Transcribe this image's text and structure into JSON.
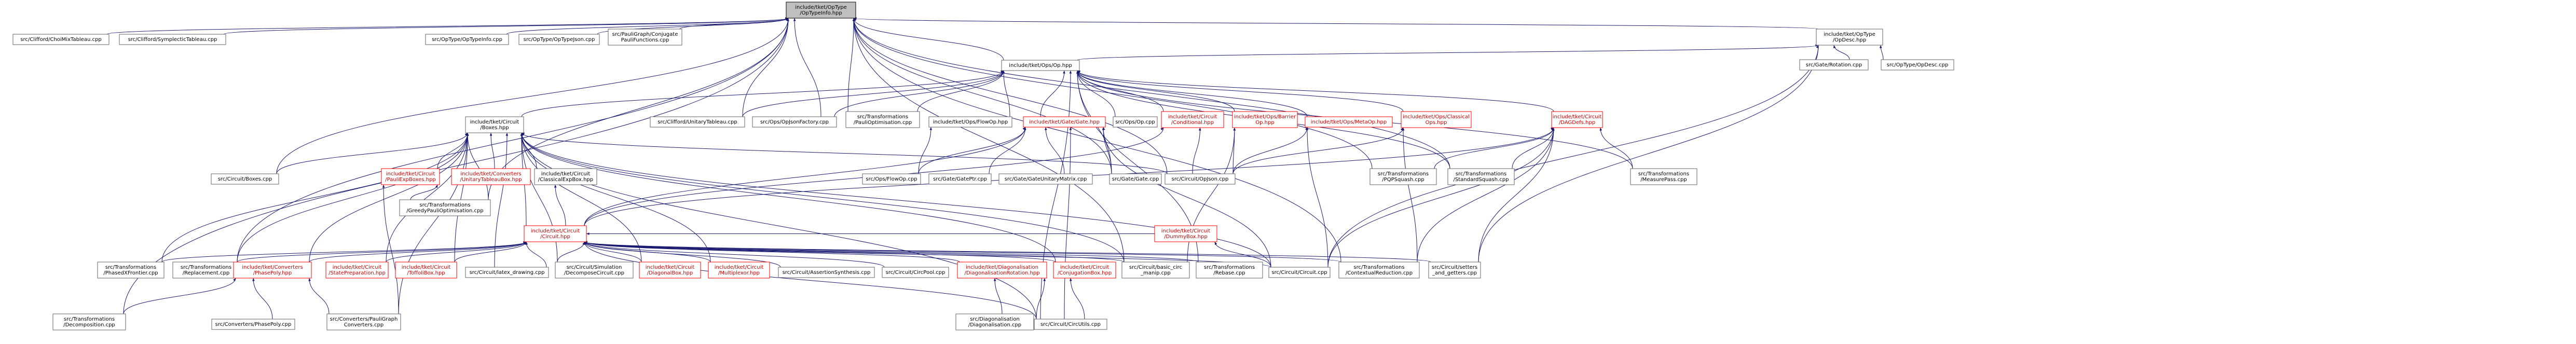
{
  "colors": {
    "edge": "#191970",
    "node_border": "#666666",
    "node_border_red": "#ff0000",
    "focus_fill": "#bfbfbf",
    "focus_border": "#000000",
    "node_fill": "#ffffff",
    "red_text": "#cc0000",
    "background": "#ffffff"
  },
  "nodes": [
    {
      "id": "n_optypeinfo",
      "lines": [
        "include/tket/OpType",
        "/OpTypeInfo.hpp"
      ],
      "style": "focus"
    },
    {
      "id": "n_chm",
      "lines": [
        "src/Clifford/ChoiMixTableau.cpp"
      ],
      "style": "normal"
    },
    {
      "id": "n_symp",
      "lines": [
        "src/Clifford/SymplecticTableau.cpp"
      ],
      "style": "normal"
    },
    {
      "id": "n_otinfo_cpp",
      "lines": [
        "src/OpType/OpTypeInfo.cpp"
      ],
      "style": "normal"
    },
    {
      "id": "n_otjson",
      "lines": [
        "src/OpType/OpTypeJson.cpp"
      ],
      "style": "normal"
    },
    {
      "id": "n_pgconj",
      "lines": [
        "src/PauliGraph/Conjugate",
        "PauliFunctions.cpp"
      ],
      "style": "normal"
    },
    {
      "id": "n_opdesc",
      "lines": [
        "include/tket/OpType",
        "/OpDesc.hpp"
      ],
      "style": "normal"
    },
    {
      "id": "n_gaterot",
      "lines": [
        "src/Gate/Rotation.cpp"
      ],
      "style": "normal"
    },
    {
      "id": "n_opdesc_cpp",
      "lines": [
        "src/OpType/OpDesc.cpp"
      ],
      "style": "normal"
    },
    {
      "id": "n_ophpp",
      "lines": [
        "include/tket/Ops/Op.hpp"
      ],
      "style": "normal"
    },
    {
      "id": "n_boxes",
      "lines": [
        "include/tket/Circuit",
        "/Boxes.hpp"
      ],
      "style": "normal"
    },
    {
      "id": "n_cut",
      "lines": [
        "src/Clifford/UnitaryTableau.cpp"
      ],
      "style": "normal"
    },
    {
      "id": "n_opjsonfactory",
      "lines": [
        "src/Ops/OpJsonFactory.cpp"
      ],
      "style": "normal"
    },
    {
      "id": "n_paulopt",
      "lines": [
        "src/Transformations",
        "/PauliOptimisation.cpp"
      ],
      "style": "normal"
    },
    {
      "id": "n_flowop",
      "lines": [
        "include/tket/Ops/FlowOp.hpp"
      ],
      "style": "normal"
    },
    {
      "id": "n_gatehpp",
      "lines": [
        "include/tket/Gate/Gate.hpp"
      ],
      "style": "red"
    },
    {
      "id": "n_opcpp",
      "lines": [
        "src/Ops/Op.cpp"
      ],
      "style": "normal"
    },
    {
      "id": "n_conditional",
      "lines": [
        "include/tket/Circuit",
        "/Conditional.hpp"
      ],
      "style": "red"
    },
    {
      "id": "n_barrier",
      "lines": [
        "include/tket/Ops/Barrier",
        "Op.hpp"
      ],
      "style": "red"
    },
    {
      "id": "n_metaop",
      "lines": [
        "include/tket/Ops/MetaOp.hpp"
      ],
      "style": "red"
    },
    {
      "id": "n_classicalops",
      "lines": [
        "include/tket/Ops/Classical",
        "Ops.hpp"
      ],
      "style": "red"
    },
    {
      "id": "n_dagdefs",
      "lines": [
        "include/tket/Circuit",
        "/DAGDefs.hpp"
      ],
      "style": "red"
    },
    {
      "id": "n_boxescpp",
      "lines": [
        "src/Circuit/Boxes.cpp"
      ],
      "style": "normal"
    },
    {
      "id": "n_paulexp",
      "lines": [
        "include/tket/Circuit",
        "/PauliExpBoxes.hpp"
      ],
      "style": "red"
    },
    {
      "id": "n_utb",
      "lines": [
        "include/tket/Converters",
        "/UnitaryTableauBox.hpp"
      ],
      "style": "red"
    },
    {
      "id": "n_clexp",
      "lines": [
        "include/tket/Circuit",
        "/ClassicalExpBox.hpp"
      ],
      "style": "normal"
    },
    {
      "id": "n_flowopcpp",
      "lines": [
        "src/Ops/FlowOp.cpp"
      ],
      "style": "normal"
    },
    {
      "id": "n_gateptr",
      "lines": [
        "src/Gate/GatePtr.cpp"
      ],
      "style": "normal"
    },
    {
      "id": "n_gum",
      "lines": [
        "src/Gate/GateUnitaryMatrix.cpp"
      ],
      "style": "normal"
    },
    {
      "id": "n_gatecpp",
      "lines": [
        "src/Gate/Gate.cpp"
      ],
      "style": "normal"
    },
    {
      "id": "n_opjson",
      "lines": [
        "src/Circuit/OpJson.cpp"
      ],
      "style": "normal"
    },
    {
      "id": "n_pqpsq",
      "lines": [
        "src/Transformations",
        "/PQPSquash.cpp"
      ],
      "style": "normal"
    },
    {
      "id": "n_stdsq",
      "lines": [
        "src/Transformations",
        "/StandardSquash.cpp"
      ],
      "style": "normal"
    },
    {
      "id": "n_measpass",
      "lines": [
        "src/Transformations",
        "/MeasurePass.cpp"
      ],
      "style": "normal"
    },
    {
      "id": "n_gps",
      "lines": [
        "src/Transformations",
        "/GreedyPauliOptimisation.cpp"
      ],
      "style": "normal"
    },
    {
      "id": "n_circhpp",
      "lines": [
        "include/tket/Circuit",
        "/Circuit.hpp"
      ],
      "style": "red"
    },
    {
      "id": "n_dummybox",
      "lines": [
        "include/tket/Circuit",
        "/DummyBox.hpp"
      ],
      "style": "red"
    },
    {
      "id": "n_phased",
      "lines": [
        "src/Transformations",
        "/PhasedXFrontier.cpp"
      ],
      "style": "normal"
    },
    {
      "id": "n_replacement",
      "lines": [
        "src/Transformations",
        "/Replacement.cpp"
      ],
      "style": "normal"
    },
    {
      "id": "n_phasepolyhpp",
      "lines": [
        "include/tket/Converters",
        "/PhasePoly.hpp"
      ],
      "style": "red"
    },
    {
      "id": "n_stateprep",
      "lines": [
        "include/tket/Circuit",
        "/StatePreparation.hpp"
      ],
      "style": "red"
    },
    {
      "id": "n_toffoli",
      "lines": [
        "include/tket/Circuit",
        "/ToffoliBox.hpp"
      ],
      "style": "red"
    },
    {
      "id": "n_latex",
      "lines": [
        "src/Circuit/latex_drawing.cpp"
      ],
      "style": "normal"
    },
    {
      "id": "n_decomp",
      "lines": [
        "src/Circuit/Simulation",
        "/DecomposeCircuit.cpp"
      ],
      "style": "normal"
    },
    {
      "id": "n_diagbox",
      "lines": [
        "include/tket/Circuit",
        "/DiagonalBox.hpp"
      ],
      "style": "red"
    },
    {
      "id": "n_multiplexor",
      "lines": [
        "include/tket/Circuit",
        "/Multiplexor.hpp"
      ],
      "style": "red"
    },
    {
      "id": "n_assertsyn",
      "lines": [
        "src/Circuit/AssertionSynthesis.cpp"
      ],
      "style": "normal"
    },
    {
      "id": "n_circpool",
      "lines": [
        "src/Circuit/CircPool.cpp"
      ],
      "style": "normal"
    },
    {
      "id": "n_diagrot",
      "lines": [
        "include/tket/Diagonalisation",
        "/DiagonalisationRotation.hpp"
      ],
      "style": "red"
    },
    {
      "id": "n_conjbox",
      "lines": [
        "include/tket/Circuit",
        "/ConjugationBox.hpp"
      ],
      "style": "red"
    },
    {
      "id": "n_basiccirc",
      "lines": [
        "src/Circuit/basic_circ",
        "_manip.cpp"
      ],
      "style": "normal"
    },
    {
      "id": "n_rebase",
      "lines": [
        "src/Transformations",
        "/Rebase.cpp"
      ],
      "style": "normal"
    },
    {
      "id": "n_circcpp",
      "lines": [
        "src/Circuit/Circuit.cpp"
      ],
      "style": "normal"
    },
    {
      "id": "n_ctxred",
      "lines": [
        "src/Transformations",
        "/ContextualReduction.cpp"
      ],
      "style": "normal"
    },
    {
      "id": "n_setters",
      "lines": [
        "src/Circuit/setters",
        "_and_getters.cpp"
      ],
      "style": "normal"
    },
    {
      "id": "n_transdecomp",
      "lines": [
        "src/Transformations",
        "/Decomposition.cpp"
      ],
      "style": "normal"
    },
    {
      "id": "n_phasepolycpp",
      "lines": [
        "src/Converters/PhasePoly.cpp"
      ],
      "style": "normal"
    },
    {
      "id": "n_pgconv",
      "lines": [
        "src/Converters/PauliGraph",
        "Converters.cpp"
      ],
      "style": "normal"
    },
    {
      "id": "n_diagcpp",
      "lines": [
        "src/Diagonalisation",
        "/Diagonalisation.cpp"
      ],
      "style": "normal"
    },
    {
      "id": "n_circutils",
      "lines": [
        "src/Circuit/CircUtils.cpp"
      ],
      "style": "normal"
    }
  ],
  "edges": [
    [
      "n_optypeinfo",
      "n_chm"
    ],
    [
      "n_optypeinfo",
      "n_symp"
    ],
    [
      "n_optypeinfo",
      "n_otinfo_cpp"
    ],
    [
      "n_optypeinfo",
      "n_otjson"
    ],
    [
      "n_optypeinfo",
      "n_pgconj"
    ],
    [
      "n_optypeinfo",
      "n_opdesc"
    ],
    [
      "n_optypeinfo",
      "n_ophpp"
    ],
    [
      "n_optypeinfo",
      "n_boxescpp"
    ],
    [
      "n_optypeinfo",
      "n_cut"
    ],
    [
      "n_optypeinfo",
      "n_opjsonfactory"
    ],
    [
      "n_optypeinfo",
      "n_paulopt"
    ],
    [
      "n_optypeinfo",
      "n_gatecpp"
    ],
    [
      "n_optypeinfo",
      "n_gps"
    ],
    [
      "n_optypeinfo",
      "n_replacement"
    ],
    [
      "n_optypeinfo",
      "n_transdecomp"
    ],
    [
      "n_optypeinfo",
      "n_pqpsq"
    ],
    [
      "n_optypeinfo",
      "n_basiccirc"
    ],
    [
      "n_optypeinfo",
      "n_ctxred"
    ],
    [
      "n_optypeinfo",
      "n_opjson"
    ],
    [
      "n_optypeinfo",
      "n_stdsq"
    ],
    [
      "n_opdesc",
      "n_gaterot"
    ],
    [
      "n_opdesc",
      "n_opdesc_cpp"
    ],
    [
      "n_opdesc",
      "n_ophpp"
    ],
    [
      "n_opdesc",
      "n_setters"
    ],
    [
      "n_opdesc",
      "n_circcpp"
    ],
    [
      "n_ophpp",
      "n_boxes"
    ],
    [
      "n_ophpp",
      "n_cut"
    ],
    [
      "n_ophpp",
      "n_opjsonfactory"
    ],
    [
      "n_ophpp",
      "n_paulopt"
    ],
    [
      "n_ophpp",
      "n_flowop"
    ],
    [
      "n_ophpp",
      "n_gatehpp"
    ],
    [
      "n_ophpp",
      "n_opcpp"
    ],
    [
      "n_ophpp",
      "n_conditional"
    ],
    [
      "n_ophpp",
      "n_barrier"
    ],
    [
      "n_ophpp",
      "n_metaop"
    ],
    [
      "n_ophpp",
      "n_classicalops"
    ],
    [
      "n_ophpp",
      "n_dagdefs"
    ],
    [
      "n_ophpp",
      "n_gatecpp"
    ],
    [
      "n_ophpp",
      "n_measpass"
    ],
    [
      "n_ophpp",
      "n_stdsq"
    ],
    [
      "n_ophpp",
      "n_rebase"
    ],
    [
      "n_ophpp",
      "n_circutils"
    ],
    [
      "n_boxes",
      "n_boxescpp"
    ],
    [
      "n_boxes",
      "n_paulexp"
    ],
    [
      "n_boxes",
      "n_utb"
    ],
    [
      "n_boxes",
      "n_clexp"
    ],
    [
      "n_boxes",
      "n_circhpp"
    ],
    [
      "n_boxes",
      "n_phased"
    ],
    [
      "n_boxes",
      "n_replacement"
    ],
    [
      "n_boxes",
      "n_phasepolyhpp"
    ],
    [
      "n_boxes",
      "n_stateprep"
    ],
    [
      "n_boxes",
      "n_toffoli"
    ],
    [
      "n_boxes",
      "n_latex"
    ],
    [
      "n_boxes",
      "n_decomp"
    ],
    [
      "n_boxes",
      "n_diagbox"
    ],
    [
      "n_boxes",
      "n_multiplexor"
    ],
    [
      "n_boxes",
      "n_conjbox"
    ],
    [
      "n_boxes",
      "n_basiccirc"
    ],
    [
      "n_boxes",
      "n_circutils"
    ],
    [
      "n_boxes",
      "n_gps"
    ],
    [
      "n_boxes",
      "n_pgconv"
    ],
    [
      "n_boxes",
      "n_circcpp"
    ],
    [
      "n_boxes",
      "n_opjson"
    ],
    [
      "n_paulexp",
      "n_gps"
    ],
    [
      "n_paulexp",
      "n_pgconv"
    ],
    [
      "n_clexp",
      "n_circhpp"
    ],
    [
      "n_flowop",
      "n_flowopcpp"
    ],
    [
      "n_gatehpp",
      "n_gateptr"
    ],
    [
      "n_gatehpp",
      "n_gum"
    ],
    [
      "n_gatehpp",
      "n_gatecpp"
    ],
    [
      "n_gatehpp",
      "n_circcpp"
    ],
    [
      "n_gatehpp",
      "n_circutils"
    ],
    [
      "n_gatehpp",
      "n_circhpp"
    ],
    [
      "n_gatehpp",
      "n_flowopcpp"
    ],
    [
      "n_conditional",
      "n_opjson"
    ],
    [
      "n_conditional",
      "n_circhpp"
    ],
    [
      "n_barrier",
      "n_opjson"
    ],
    [
      "n_barrier",
      "n_basiccirc"
    ],
    [
      "n_metaop",
      "n_opjson"
    ],
    [
      "n_metaop",
      "n_circcpp"
    ],
    [
      "n_classicalops",
      "n_opjson"
    ],
    [
      "n_classicalops",
      "n_ctxred"
    ],
    [
      "n_dagdefs",
      "n_pqpsq"
    ],
    [
      "n_dagdefs",
      "n_stdsq"
    ],
    [
      "n_dagdefs",
      "n_circhpp"
    ],
    [
      "n_dagdefs",
      "n_measpass"
    ],
    [
      "n_dagdefs",
      "n_ctxred"
    ],
    [
      "n_dagdefs",
      "n_setters"
    ],
    [
      "n_dagdefs",
      "n_circcpp"
    ],
    [
      "n_circhpp",
      "n_phased"
    ],
    [
      "n_circhpp",
      "n_replacement"
    ],
    [
      "n_circhpp",
      "n_phasepolyhpp"
    ],
    [
      "n_circhpp",
      "n_stateprep"
    ],
    [
      "n_circhpp",
      "n_toffoli"
    ],
    [
      "n_circhpp",
      "n_latex"
    ],
    [
      "n_circhpp",
      "n_decomp"
    ],
    [
      "n_circhpp",
      "n_diagbox"
    ],
    [
      "n_circhpp",
      "n_multiplexor"
    ],
    [
      "n_circhpp",
      "n_assertsyn"
    ],
    [
      "n_circhpp",
      "n_circpool"
    ],
    [
      "n_circhpp",
      "n_diagrot"
    ],
    [
      "n_circhpp",
      "n_conjbox"
    ],
    [
      "n_circhpp",
      "n_basiccirc"
    ],
    [
      "n_circhpp",
      "n_rebase"
    ],
    [
      "n_circhpp",
      "n_circcpp"
    ],
    [
      "n_circhpp",
      "n_ctxred"
    ],
    [
      "n_circhpp",
      "n_setters"
    ],
    [
      "n_circhpp",
      "n_dummybox"
    ],
    [
      "n_circhpp",
      "n_circutils"
    ],
    [
      "n_dummybox",
      "n_circcpp"
    ],
    [
      "n_phasepolyhpp",
      "n_transdecomp"
    ],
    [
      "n_phasepolyhpp",
      "n_phasepolycpp"
    ],
    [
      "n_phasepolyhpp",
      "n_pgconv"
    ],
    [
      "n_diagrot",
      "n_diagcpp"
    ],
    [
      "n_diagrot",
      "n_circutils"
    ],
    [
      "n_conjbox",
      "n_circutils"
    ]
  ]
}
